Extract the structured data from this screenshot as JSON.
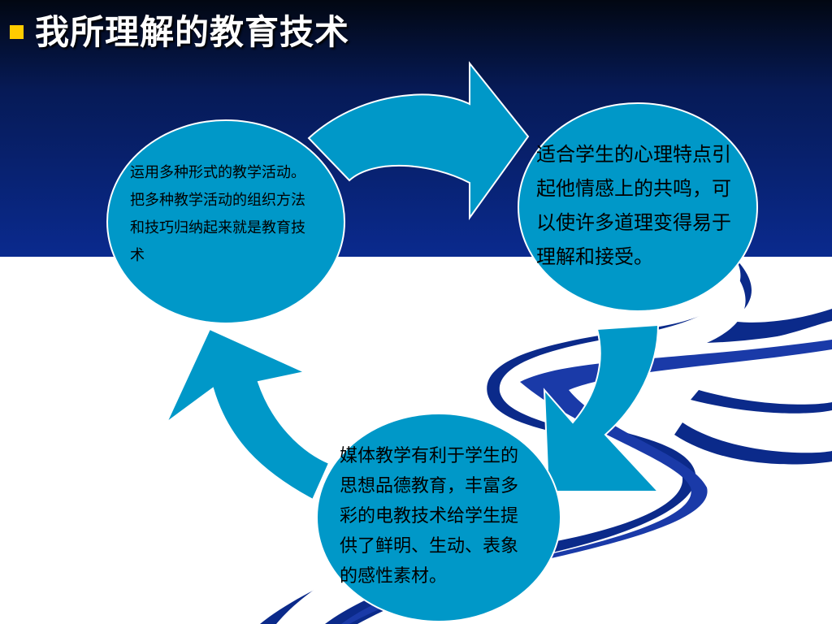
{
  "slide": {
    "title": "我所理解的教育技术",
    "bullet_color": "#ffcc00",
    "background_top_color": "#0a2a8e",
    "road_color": "#0b2a8a"
  },
  "cycle": {
    "node_color": "#0098c8",
    "nodes": [
      {
        "text": "运用多种形式的教学活动。把多种教学活动的组织方法和技巧归纳起来就是教育技术"
      },
      {
        "text": "适合学生的心理特点引起他情感上的共鸣，可以使许多道理变得易于理解和接受。"
      },
      {
        "text": "媒体教学有利于学生的思想品德教育，丰富多彩的电教技术给学生提供了鲜明、生动、表象的感性素材。"
      }
    ],
    "arrows": [
      "arrow-left-to-right",
      "arrow-right-to-bottom",
      "arrow-bottom-to-left"
    ]
  }
}
